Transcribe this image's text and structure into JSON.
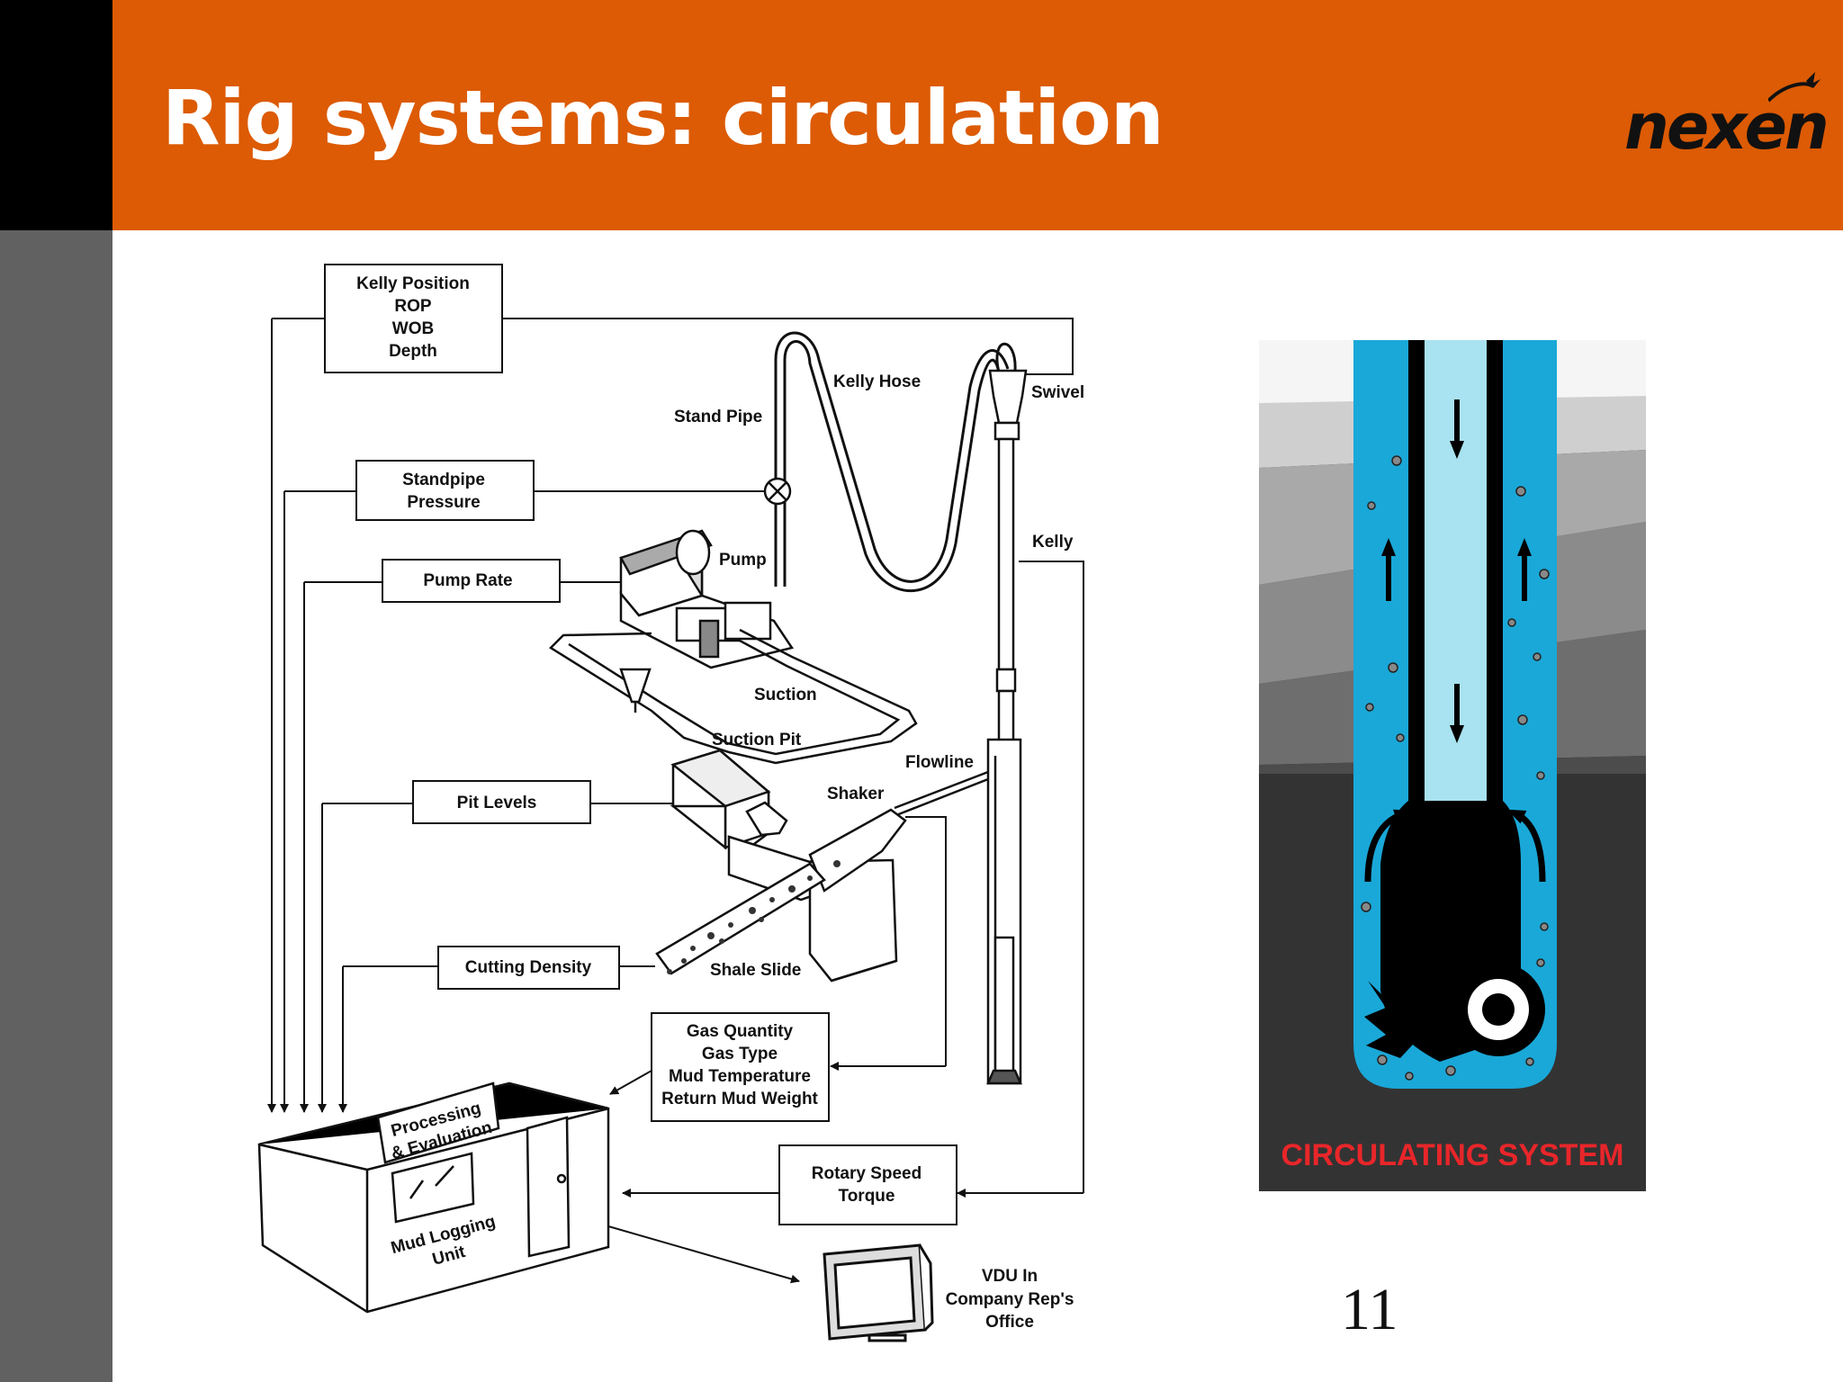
{
  "slide": {
    "title": "Rig systems: circulation",
    "logo": "nexen",
    "page_number": "11",
    "colors": {
      "header": "#dc5b04",
      "sidebar_top": "#000000",
      "sidebar": "#616161",
      "accent_red": "#e8262a",
      "mud_blue": "#1aa8d8",
      "pipe_blue": "#a9e2f0"
    }
  },
  "diagram": {
    "boxes": {
      "kelly_position": [
        "Kelly Position",
        "ROP",
        "WOB",
        "Depth"
      ],
      "standpipe_pressure": [
        "Standpipe",
        "Pressure"
      ],
      "pump_rate": [
        "Pump Rate"
      ],
      "pit_levels": [
        "Pit Levels"
      ],
      "cutting_density": [
        "Cutting Density"
      ],
      "gas": [
        "Gas Quantity",
        "Gas Type",
        "Mud Temperature",
        "Return Mud Weight"
      ],
      "rotary": [
        "Rotary Speed",
        "Torque"
      ]
    },
    "labels": {
      "kelly_hose": "Kelly Hose",
      "swivel": "Swivel",
      "stand_pipe": "Stand Pipe",
      "kelly": "Kelly",
      "pump": "Pump",
      "suction": "Suction",
      "suction_pit": "Suction Pit",
      "flowline": "Flowline",
      "shaker": "Shaker",
      "shale_slide": "Shale Slide",
      "vdu": [
        "VDU In",
        "Company Rep's",
        "Office"
      ]
    },
    "unit": {
      "roof_sign": [
        "Processing",
        "& Evaluation"
      ],
      "wall_sign": [
        "Mud Logging",
        "Unit"
      ]
    }
  },
  "circulating": {
    "caption": "CIRCULATING SYSTEM"
  }
}
